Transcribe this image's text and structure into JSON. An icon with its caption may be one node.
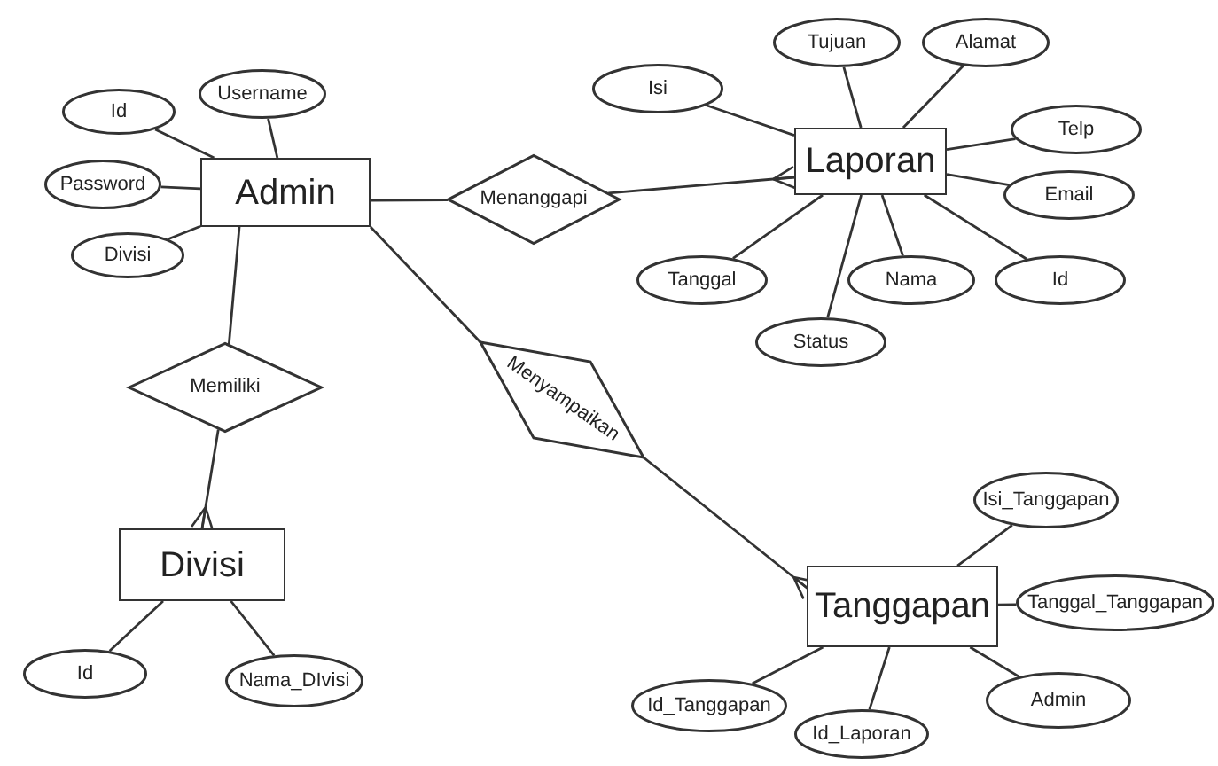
{
  "diagram": {
    "nodes": [
      {
        "text": [
          "Admin"
        ]
      },
      {
        "text": [
          "Id"
        ]
      },
      {
        "text": [
          "Username"
        ]
      },
      {
        "text": [
          "Password"
        ]
      },
      {
        "text": [
          "Divisi"
        ]
      },
      {
        "text": [
          "Menanggapi"
        ]
      },
      {
        "text": [
          "Laporan"
        ]
      },
      {
        "text": [
          "Isi"
        ]
      },
      {
        "text": [
          "Tujuan"
        ]
      },
      {
        "text": [
          "Alamat"
        ]
      },
      {
        "text": [
          "Telp"
        ]
      },
      {
        "text": [
          "Email"
        ]
      },
      {
        "text": [
          "Tanggal"
        ]
      },
      {
        "text": [
          "Status"
        ]
      },
      {
        "text": [
          "Nama"
        ]
      },
      {
        "text": [
          "Id"
        ]
      },
      {
        "text": [
          "Memiliki"
        ]
      },
      {
        "text": [
          "Menyampaikan"
        ]
      },
      {
        "text": [
          "Divisi"
        ]
      },
      {
        "text": [
          "Id"
        ]
      },
      {
        "text": [
          "Nama_DIvisi"
        ]
      },
      {
        "text": [
          "Tanggapan"
        ]
      },
      {
        "text": [
          "Isi_Tanggapan"
        ]
      },
      {
        "text": [
          "Tanggal_Tanggapan"
        ]
      },
      {
        "text": [
          "Id_Tanggapan"
        ]
      },
      {
        "text": [
          "Id_Laporan"
        ]
      },
      {
        "text": [
          "Admin"
        ]
      }
    ],
    "edges": [
      {
        "from": 1,
        "to": 0,
        "arrow": "none"
      },
      {
        "from": 2,
        "to": 0,
        "arrow": "none"
      },
      {
        "from": 3,
        "to": 0,
        "arrow": "none"
      },
      {
        "from": 4,
        "to": 0,
        "arrow": "none"
      },
      {
        "from": 0,
        "to": 5,
        "arrow": "none"
      },
      {
        "from": 5,
        "to": 6,
        "arrow": "other"
      },
      {
        "from": 7,
        "to": 6,
        "arrow": "none"
      },
      {
        "from": 8,
        "to": 6,
        "arrow": "none"
      },
      {
        "from": 9,
        "to": 6,
        "arrow": "none"
      },
      {
        "from": 10,
        "to": 6,
        "arrow": "none"
      },
      {
        "from": 11,
        "to": 6,
        "arrow": "none"
      },
      {
        "from": 12,
        "to": 6,
        "arrow": "none"
      },
      {
        "from": 13,
        "to": 6,
        "arrow": "none"
      },
      {
        "from": 14,
        "to": 6,
        "arrow": "none"
      },
      {
        "from": 15,
        "to": 6,
        "arrow": "none"
      },
      {
        "from": 0,
        "to": 16,
        "arrow": "none"
      },
      {
        "from": 16,
        "to": 18,
        "arrow": "other"
      },
      {
        "from": 0,
        "to": 17,
        "arrow": "none"
      },
      {
        "from": 17,
        "to": 21,
        "arrow": "other"
      },
      {
        "from": 19,
        "to": 18,
        "arrow": "none"
      },
      {
        "from": 20,
        "to": 18,
        "arrow": "none"
      },
      {
        "from": 22,
        "to": 21,
        "arrow": "none"
      },
      {
        "from": 23,
        "to": 21,
        "arrow": "none"
      },
      {
        "from": 24,
        "to": 21,
        "arrow": "none"
      },
      {
        "from": 25,
        "to": 21,
        "arrow": "none"
      },
      {
        "from": 26,
        "to": 21,
        "arrow": "none"
      }
    ]
  }
}
